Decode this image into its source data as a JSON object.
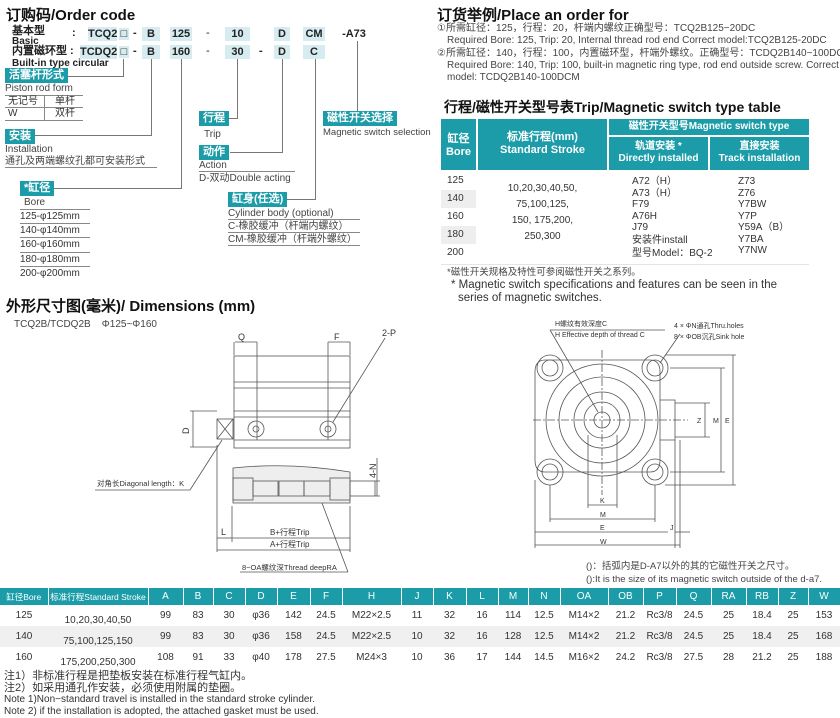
{
  "order_code": {
    "title": "订购码/Order code",
    "row1_label": "基本型",
    "row1_sub": "Basic",
    "row2_label": "内置磁环型",
    "row2_sub": "Built-in type circular",
    "colon": ":",
    "row1": [
      "TCQ2",
      "□",
      "-",
      "B",
      "125",
      "-",
      "10",
      "D",
      "CM",
      "-A73"
    ],
    "row2": [
      "TCDQ2",
      "□",
      "-",
      "B",
      "160",
      "-",
      "30",
      "-",
      "D",
      "C"
    ],
    "piston": {
      "tag": "活塞杆形式",
      "en": "Piston rod form",
      "rows": [
        [
          "无记号",
          "单杆"
        ],
        [
          "W",
          "双杆"
        ]
      ]
    },
    "install": {
      "tag": "安装",
      "en": "Installation",
      "desc": "通孔及两端螺纹孔都可安装形式"
    },
    "bore": {
      "tag": "*缸径",
      "en": "Bore",
      "items": [
        "125-φ125mm",
        "140-φ140mm",
        "160-φ160mm",
        "180-φ180mm",
        "200-φ200mm"
      ]
    },
    "trip": {
      "tag": "行程",
      "en": "Trip"
    },
    "action": {
      "tag": "动作",
      "en": "Action",
      "desc": "D-双动Double acting"
    },
    "body": {
      "tag": "缸身(任选)",
      "en": "Cylinder body (optional)",
      "items": [
        "C-橡胶缓冲（杆端内螺纹）",
        "CM-橡胶缓冲（杆端外螺纹）"
      ]
    },
    "switch": {
      "tag": "磁性开关选择",
      "en": "Magnetic switch selection"
    }
  },
  "example": {
    "title": "订货举例/Place an order for",
    "lines": [
      "①所需缸径：125，行程：20，杆端内螺纹正确型号：TCQ2B125−20DC",
      "Required Bore: 125, Trip: 20, Internal thread rod end  Correct model:TCQ2B125-20DC",
      "②所需缸径：140，行程：100，内置磁环型，杆端外螺纹。正确型号：TCDQ2B140−100DCM",
      "Required Bore: 140, Trip: 100, built-in magnetic ring type, rod end outside screw. Correct",
      "model: TCDQ2B140-100DCM"
    ]
  },
  "switch_table": {
    "title": "行程/磁性开关型号表Trip/Magnetic switch type table",
    "h_bore_cn": "缸径",
    "h_bore_en": "Bore",
    "h_stroke_cn": "标准行程(mm)",
    "h_stroke_en": "Standard Stroke",
    "h_switch": "磁性开关型号Magnetic switch type",
    "h_direct_cn": "轨道安装 *",
    "h_direct_en": "Directly installed",
    "h_track_cn": "直接安装",
    "h_track_en": "Track installation",
    "bores": [
      "125",
      "140",
      "160",
      "180",
      "200"
    ],
    "strokes": [
      "10,20,30,40,50,",
      "75,100,125,",
      "150, 175,200,",
      "250,300"
    ],
    "direct": [
      "A72（H）",
      "A73（H）",
      "F79",
      "A76H",
      "J79",
      "安装件install",
      "型号Model：BQ-2"
    ],
    "track": [
      "Z73",
      "Z76",
      "Y7BW",
      "Y7P",
      "Y59A（B）",
      "Y7BA",
      "Y7NW"
    ],
    "note_cn": "*磁性开关规格及特性可参阅磁性开关之系列。",
    "note_en1": "* Magnetic switch specifications and features can be seen in the",
    "note_en2": "series of magnetic switches."
  },
  "dimensions": {
    "title": "外形尺寸图(毫米)/ Dimensions (mm)",
    "subtitle": "TCQ2B/TCDQ2B    Φ125~Φ160",
    "side": {
      "Q": "Q",
      "F": "F",
      "P": "2-P",
      "D": "D",
      "N": "4-N",
      "K": "对角长Diagonal length：K",
      "L": "L",
      "B": "B+行程Trip",
      "A": "A+行程Trip",
      "OA": "8−OA螺纹深Thread deepRA"
    },
    "front": {
      "H1": "H螺纹有效深度C",
      "H2": "H Effective depth of thread C",
      "N1": "4 × ΦN通孔Thru.holes",
      "N2": "8 × ΦOB沉孔Sink hole",
      "K": "K",
      "M": "M",
      "E": "E",
      "W": "W",
      "J": "J",
      "Z": "Z"
    },
    "front_note_cn": "()：括弧内是D-A7以外的其的它磁性开关之尺寸。",
    "front_note_en": "():It is the size of its magnetic switch outside of the d-a7."
  },
  "dim_table": {
    "headers": [
      "缸径Bore",
      "标准行程Standard Stroke",
      "A",
      "B",
      "C",
      "D",
      "E",
      "F",
      "H",
      "J",
      "K",
      "L",
      "M",
      "N",
      "OA",
      "OB",
      "P",
      "Q",
      "RA",
      "RB",
      "Z",
      "W"
    ],
    "strokes": [
      "10,20,30,40,50",
      "75,100,125,150",
      "175,200,250,300"
    ],
    "rows": [
      [
        "125",
        "99",
        "83",
        "30",
        "φ36",
        "142",
        "24.5",
        "M22×2.5",
        "11",
        "32",
        "16",
        "114",
        "12.5",
        "M14×2",
        "21.2",
        "Rc3/8",
        "24.5",
        "25",
        "18.4",
        "25",
        "153"
      ],
      [
        "140",
        "99",
        "83",
        "30",
        "φ36",
        "158",
        "24.5",
        "M22×2.5",
        "10",
        "32",
        "16",
        "128",
        "12.5",
        "M14×2",
        "21.2",
        "Rc3/8",
        "24.5",
        "25",
        "18.4",
        "25",
        "168"
      ],
      [
        "160",
        "108",
        "91",
        "33",
        "φ40",
        "178",
        "27.5",
        "M24×3",
        "10",
        "36",
        "17",
        "144",
        "14.5",
        "M16×2",
        "24.2",
        "Rc3/8",
        "27.5",
        "28",
        "21.2",
        "25",
        "188"
      ]
    ]
  },
  "notes": [
    "注1）非标准行程是把垫板安装在标准行程气缸内。",
    "注2）如采用通孔作安装，必须使用附属的垫圈。",
    "Note 1)Non−standard travel is installed in the standard stroke cylinder.",
    "Note 2) if the installation is adopted, the attached gasket must be used."
  ],
  "colors": {
    "teal": "#1b9ca8",
    "code_box": "#d6ecf0"
  }
}
